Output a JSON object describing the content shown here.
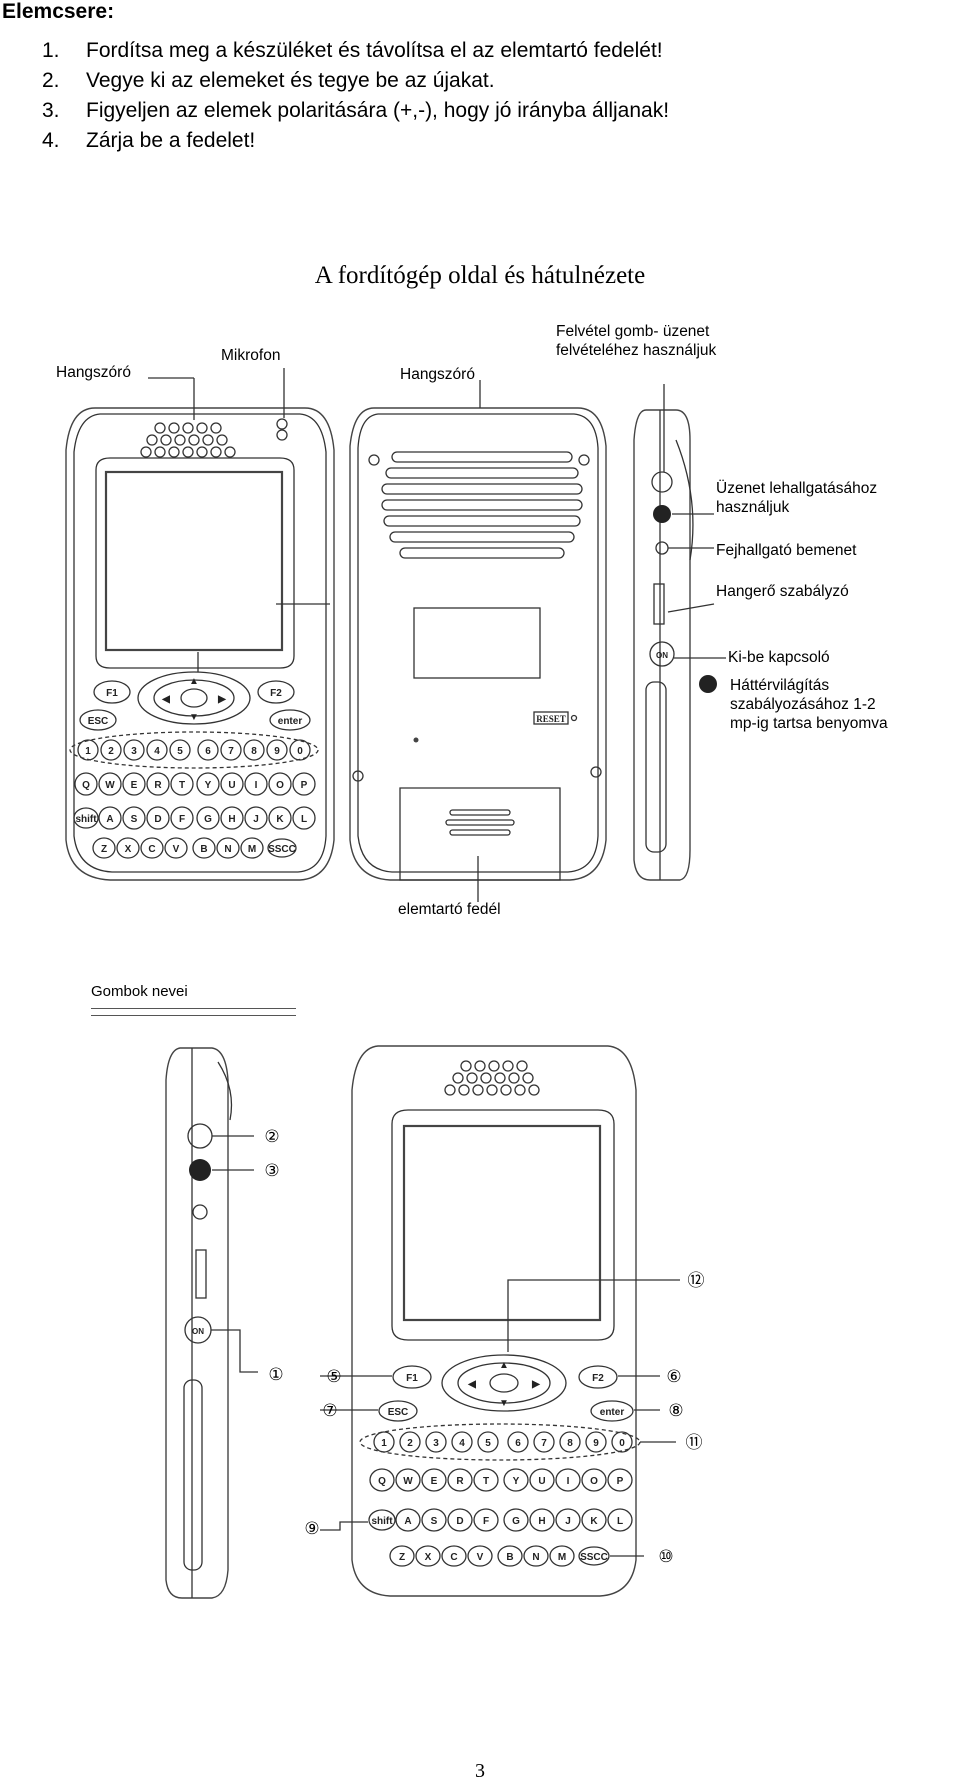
{
  "heading": "Elemcsere:",
  "steps": [
    {
      "num": "1.",
      "text": "Fordítsa meg a készüléket és távolítsa el az elemtartó fedelét!"
    },
    {
      "num": "2.",
      "text": "Vegye ki az elemeket és tegye be az újakat."
    },
    {
      "num": "3.",
      "text": "Figyeljen az elemek polaritására (+,-), hogy jó irányba álljanak!"
    },
    {
      "num": "4.",
      "text": "Zárja be a fedelet!"
    }
  ],
  "subtitle": "A fordítógép oldal és hátulnézete",
  "labels": {
    "speaker_front": "Hangszóró",
    "microphone": "Mikrofon",
    "speaker_back": "Hangszóró",
    "record_button": "Felvétel gomb- üzenet\nfelvételéhez használjuk",
    "playback": "Üzenet lehallgatásához\nhasználjuk",
    "headphone": "Fejhallgató bemenet",
    "volume": "Hangerő szabályzó",
    "power": "Ki-be kapcsoló",
    "backlight": "Háttérvilágítás\nszabályozásához 1-2\nmp-ig tartsa benyomva",
    "battery_cover": "elemtartó fedél"
  },
  "section_title": "Gombok nevei",
  "callouts": [
    "②",
    "③",
    "①",
    "⑤",
    "⑥",
    "⑦",
    "⑧",
    "⑪",
    "⑨",
    "⑩",
    "⑫"
  ],
  "device": {
    "f1": "F1",
    "f2": "F2",
    "esc": "ESC",
    "enter": "enter",
    "shift": "shift",
    "reset": "RESET",
    "on": "ON",
    "num_row": [
      "1",
      "2",
      "3",
      "4",
      "5",
      "6",
      "7",
      "8",
      "9",
      "0"
    ],
    "row_q": [
      "Q",
      "W",
      "E",
      "R",
      "T",
      "Y",
      "U",
      "I",
      "O",
      "P"
    ],
    "row_a": [
      "A",
      "S",
      "D",
      "F",
      "G",
      "H",
      "J",
      "K",
      "L"
    ],
    "row_z": [
      "Z",
      "X",
      "C",
      "V",
      "B",
      "N",
      "M",
      "SSCC"
    ]
  },
  "page_number": "3"
}
